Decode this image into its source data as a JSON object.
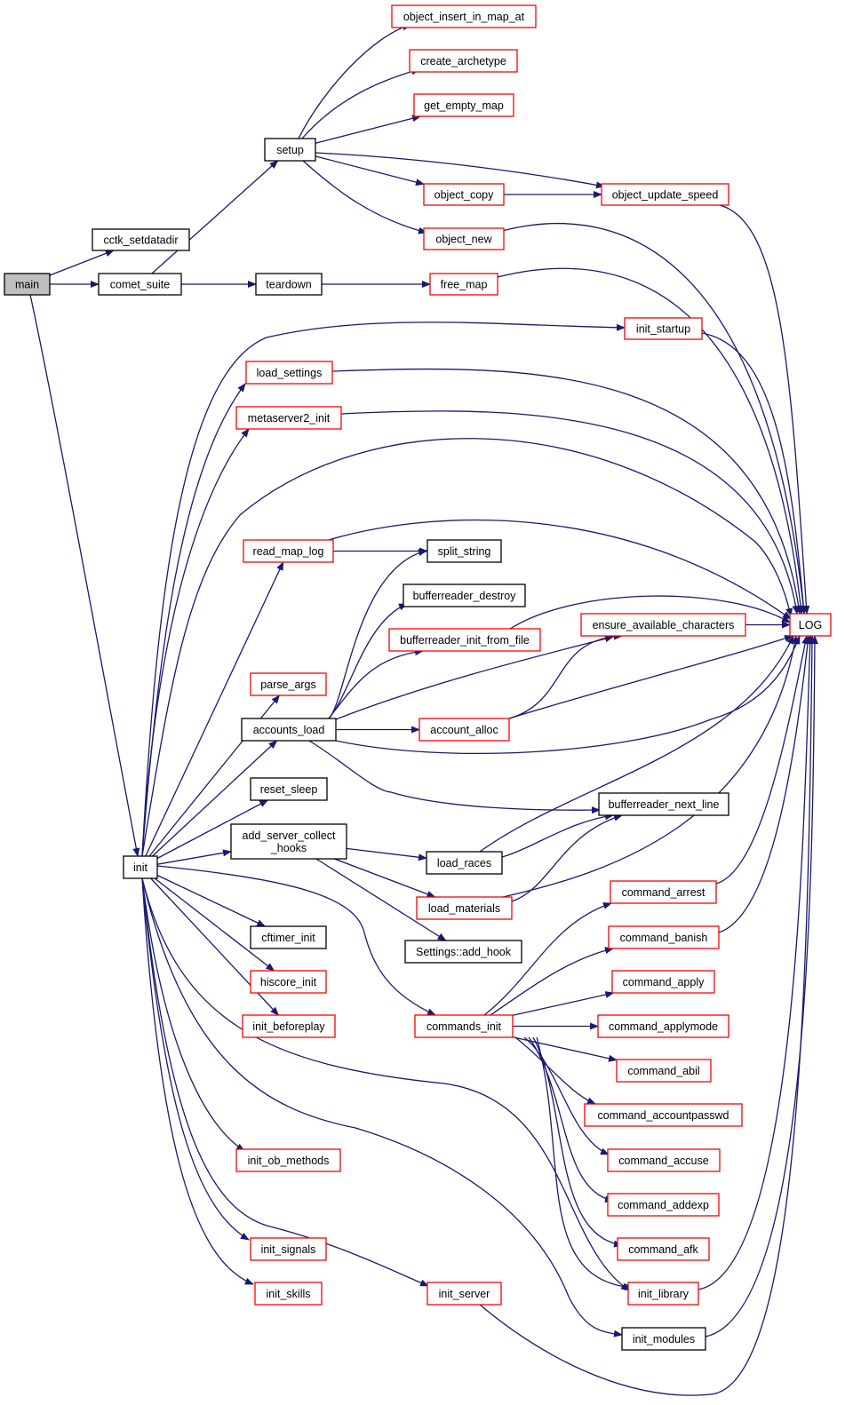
{
  "nodes": [
    {
      "id": "main",
      "label": "main",
      "documented": false,
      "highlight": true
    },
    {
      "id": "cctk_setdatadir",
      "label": "cctk_setdatadir",
      "documented": false
    },
    {
      "id": "comet_suite",
      "label": "comet_suite",
      "documented": false
    },
    {
      "id": "setup",
      "label": "setup",
      "documented": false
    },
    {
      "id": "teardown",
      "label": "teardown",
      "documented": false
    },
    {
      "id": "object_insert_in_map_at",
      "label": "object_insert_in_map_at",
      "documented": true
    },
    {
      "id": "create_archetype",
      "label": "create_archetype",
      "documented": true
    },
    {
      "id": "get_empty_map",
      "label": "get_empty_map",
      "documented": true
    },
    {
      "id": "object_copy",
      "label": "object_copy",
      "documented": true
    },
    {
      "id": "object_update_speed",
      "label": "object_update_speed",
      "documented": true
    },
    {
      "id": "object_new",
      "label": "object_new",
      "documented": true
    },
    {
      "id": "free_map",
      "label": "free_map",
      "documented": true
    },
    {
      "id": "init_startup",
      "label": "init_startup",
      "documented": true
    },
    {
      "id": "load_settings",
      "label": "load_settings",
      "documented": true
    },
    {
      "id": "metaserver2_init",
      "label": "metaserver2_init",
      "documented": true
    },
    {
      "id": "read_map_log",
      "label": "read_map_log",
      "documented": true
    },
    {
      "id": "split_string",
      "label": "split_string",
      "documented": false
    },
    {
      "id": "bufferreader_destroy",
      "label": "bufferreader_destroy",
      "documented": false
    },
    {
      "id": "bufferreader_init_from_file",
      "label": "bufferreader_init_from_file",
      "documented": true
    },
    {
      "id": "ensure_available_characters",
      "label": "ensure_available_characters",
      "documented": true
    },
    {
      "id": "LOG",
      "label": "LOG",
      "documented": true
    },
    {
      "id": "parse_args",
      "label": "parse_args",
      "documented": true
    },
    {
      "id": "accounts_load",
      "label": "accounts_load",
      "documented": false
    },
    {
      "id": "account_alloc",
      "label": "account_alloc",
      "documented": true
    },
    {
      "id": "reset_sleep",
      "label": "reset_sleep",
      "documented": false
    },
    {
      "id": "bufferreader_next_line",
      "label": "bufferreader_next_line",
      "documented": false
    },
    {
      "id": "add_server_collect_hooks",
      "label": "add_server_collect\n_hooks",
      "documented": false
    },
    {
      "id": "init",
      "label": "init",
      "documented": false
    },
    {
      "id": "load_races",
      "label": "load_races",
      "documented": false
    },
    {
      "id": "load_materials",
      "label": "load_materials",
      "documented": true
    },
    {
      "id": "command_arrest",
      "label": "command_arrest",
      "documented": true
    },
    {
      "id": "cftimer_init",
      "label": "cftimer_init",
      "documented": false
    },
    {
      "id": "Settings_add_hook",
      "label": "Settings::add_hook",
      "documented": false
    },
    {
      "id": "command_banish",
      "label": "command_banish",
      "documented": true
    },
    {
      "id": "hiscore_init",
      "label": "hiscore_init",
      "documented": true
    },
    {
      "id": "command_apply",
      "label": "command_apply",
      "documented": true
    },
    {
      "id": "init_beforeplay",
      "label": "init_beforeplay",
      "documented": true
    },
    {
      "id": "commands_init",
      "label": "commands_init",
      "documented": true
    },
    {
      "id": "command_applymode",
      "label": "command_applymode",
      "documented": true
    },
    {
      "id": "command_abil",
      "label": "command_abil",
      "documented": true
    },
    {
      "id": "command_accountpasswd",
      "label": "command_accountpasswd",
      "documented": true
    },
    {
      "id": "init_ob_methods",
      "label": "init_ob_methods",
      "documented": true
    },
    {
      "id": "command_accuse",
      "label": "command_accuse",
      "documented": true
    },
    {
      "id": "command_addexp",
      "label": "command_addexp",
      "documented": true
    },
    {
      "id": "init_signals",
      "label": "init_signals",
      "documented": true
    },
    {
      "id": "command_afk",
      "label": "command_afk",
      "documented": true
    },
    {
      "id": "init_skills",
      "label": "init_skills",
      "documented": true
    },
    {
      "id": "init_server",
      "label": "init_server",
      "documented": true
    },
    {
      "id": "init_library",
      "label": "init_library",
      "documented": true
    },
    {
      "id": "init_modules",
      "label": "init_modules",
      "documented": false
    }
  ],
  "edges": [
    [
      "main",
      "cctk_setdatadir"
    ],
    [
      "main",
      "comet_suite"
    ],
    [
      "main",
      "init"
    ],
    [
      "comet_suite",
      "setup"
    ],
    [
      "comet_suite",
      "teardown"
    ],
    [
      "setup",
      "object_insert_in_map_at"
    ],
    [
      "setup",
      "create_archetype"
    ],
    [
      "setup",
      "get_empty_map"
    ],
    [
      "setup",
      "object_copy"
    ],
    [
      "setup",
      "object_update_speed"
    ],
    [
      "setup",
      "object_new"
    ],
    [
      "object_copy",
      "object_update_speed"
    ],
    [
      "object_update_speed",
      "LOG"
    ],
    [
      "object_new",
      "LOG"
    ],
    [
      "teardown",
      "free_map"
    ],
    [
      "free_map",
      "LOG"
    ],
    [
      "init",
      "init_startup"
    ],
    [
      "init_startup",
      "LOG"
    ],
    [
      "init",
      "load_settings"
    ],
    [
      "load_settings",
      "LOG"
    ],
    [
      "init",
      "metaserver2_init"
    ],
    [
      "metaserver2_init",
      "LOG"
    ],
    [
      "init",
      "LOG"
    ],
    [
      "init",
      "read_map_log"
    ],
    [
      "read_map_log",
      "split_string"
    ],
    [
      "read_map_log",
      "LOG"
    ],
    [
      "init",
      "parse_args"
    ],
    [
      "init",
      "accounts_load"
    ],
    [
      "accounts_load",
      "split_string"
    ],
    [
      "accounts_load",
      "bufferreader_destroy"
    ],
    [
      "accounts_load",
      "bufferreader_init_from_file"
    ],
    [
      "bufferreader_init_from_file",
      "LOG"
    ],
    [
      "accounts_load",
      "ensure_available_characters"
    ],
    [
      "ensure_available_characters",
      "LOG"
    ],
    [
      "accounts_load",
      "account_alloc"
    ],
    [
      "account_alloc",
      "ensure_available_characters"
    ],
    [
      "account_alloc",
      "LOG"
    ],
    [
      "accounts_load",
      "LOG"
    ],
    [
      "accounts_load",
      "bufferreader_next_line"
    ],
    [
      "init",
      "reset_sleep"
    ],
    [
      "init",
      "add_server_collect_hooks"
    ],
    [
      "add_server_collect_hooks",
      "load_races"
    ],
    [
      "add_server_collect_hooks",
      "load_materials"
    ],
    [
      "add_server_collect_hooks",
      "Settings_add_hook"
    ],
    [
      "load_races",
      "bufferreader_next_line"
    ],
    [
      "load_races",
      "LOG"
    ],
    [
      "load_materials",
      "bufferreader_next_line"
    ],
    [
      "load_materials",
      "LOG"
    ],
    [
      "init",
      "cftimer_init"
    ],
    [
      "init",
      "hiscore_init"
    ],
    [
      "init",
      "init_beforeplay"
    ],
    [
      "init",
      "commands_init"
    ],
    [
      "commands_init",
      "command_arrest"
    ],
    [
      "command_arrest",
      "LOG"
    ],
    [
      "commands_init",
      "command_banish"
    ],
    [
      "command_banish",
      "LOG"
    ],
    [
      "commands_init",
      "command_apply"
    ],
    [
      "commands_init",
      "command_applymode"
    ],
    [
      "commands_init",
      "command_abil"
    ],
    [
      "commands_init",
      "command_accountpasswd"
    ],
    [
      "commands_init",
      "command_accuse"
    ],
    [
      "commands_init",
      "command_addexp"
    ],
    [
      "commands_init",
      "command_afk"
    ],
    [
      "init",
      "init_library"
    ],
    [
      "commands_init",
      "init_library"
    ],
    [
      "init_library",
      "LOG"
    ],
    [
      "init",
      "init_ob_methods"
    ],
    [
      "init",
      "init_signals"
    ],
    [
      "init",
      "init_skills"
    ],
    [
      "init",
      "init_server"
    ],
    [
      "init_server",
      "LOG"
    ],
    [
      "init",
      "init_modules"
    ],
    [
      "init_modules",
      "LOG"
    ]
  ]
}
